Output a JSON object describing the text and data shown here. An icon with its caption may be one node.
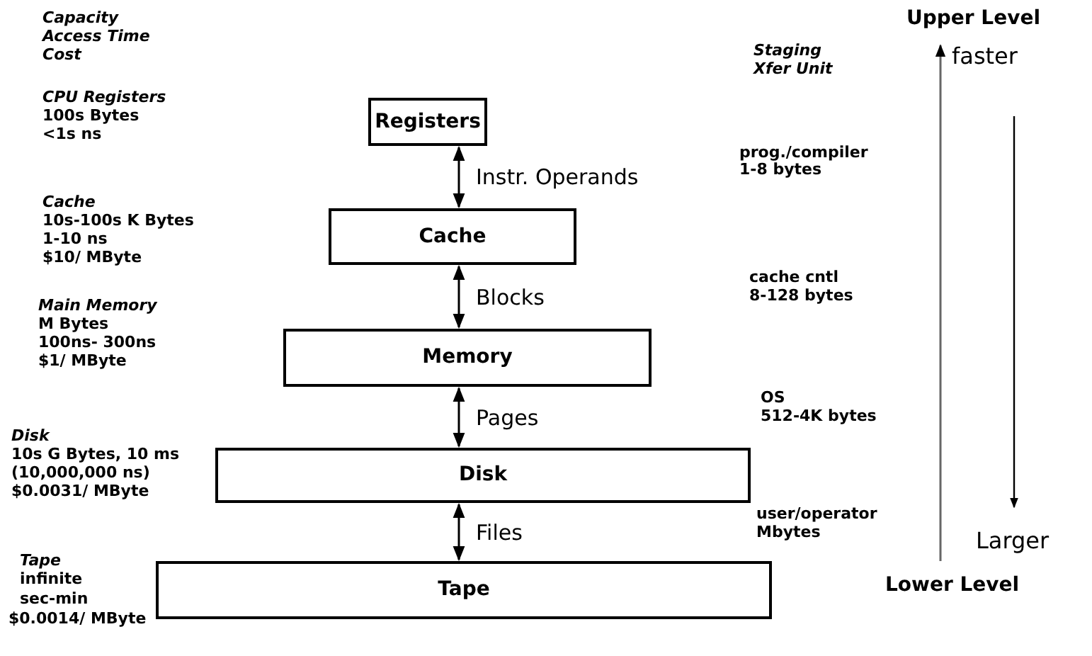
{
  "diagram": {
    "nodes": [
      {
        "text": [
          "Registers"
        ]
      },
      {
        "text": [
          "Cache"
        ]
      },
      {
        "text": [
          "Memory"
        ]
      },
      {
        "text": [
          "Disk"
        ]
      },
      {
        "text": [
          "Tape"
        ]
      }
    ],
    "edges": [
      {
        "from": 0,
        "to": 1,
        "arrow": "both",
        "label": "Instr. Operands"
      },
      {
        "from": 1,
        "to": 2,
        "arrow": "both",
        "label": "Blocks"
      },
      {
        "from": 2,
        "to": 3,
        "arrow": "both",
        "label": "Pages"
      },
      {
        "from": 3,
        "to": 4,
        "arrow": "both",
        "label": "Files"
      }
    ],
    "labels": [
      "Upper Level",
      "Capacity",
      "Access Time",
      "Cost",
      "Staging",
      "Xfer Unit",
      "faster",
      "CPU Registers",
      "100s Bytes",
      "<1s ns",
      "prog./compiler",
      "1-8 bytes",
      "Cache",
      "10s-100s K Bytes",
      "1-10 ns",
      "$10/ MByte",
      "cache cntl",
      "8-128 bytes",
      "Main Memory",
      "M Bytes",
      "100ns- 300ns",
      "$1/ MByte",
      "OS",
      "512-4K bytes",
      "Disk",
      "10s G Bytes, 10 ms",
      "(10,000,000 ns)",
      "$0.0031/ MByte",
      "user/operator",
      "Mbytes",
      "Larger",
      "Tape",
      "infinite",
      "sec-min",
      "$0.0014/ MByte",
      "Lower Level"
    ]
  }
}
